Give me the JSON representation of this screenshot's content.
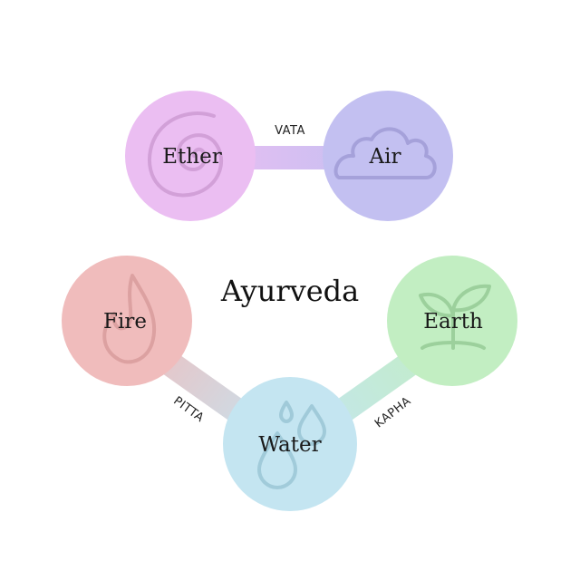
{
  "title": "Ayurveda",
  "elements": {
    "ether": {
      "label": "Ether",
      "color": "#ebbef2",
      "icon": "spiral-icon"
    },
    "air": {
      "label": "Air",
      "color": "#c3c0f1",
      "icon": "cloud-icon"
    },
    "fire": {
      "label": "Fire",
      "color": "#f0bcbc",
      "icon": "flame-icon"
    },
    "water": {
      "label": "Water",
      "color": "#c4e5f1",
      "icon": "water-drops-icon"
    },
    "earth": {
      "label": "Earth",
      "color": "#c2eec2",
      "icon": "sprout-icon"
    }
  },
  "doshas": {
    "vata": {
      "label": "VATA",
      "connects": [
        "Ether",
        "Air"
      ]
    },
    "pitta": {
      "label": "PITTA",
      "connects": [
        "Fire",
        "Water"
      ]
    },
    "kapha": {
      "label": "KAPHA",
      "connects": [
        "Water",
        "Earth"
      ]
    }
  }
}
